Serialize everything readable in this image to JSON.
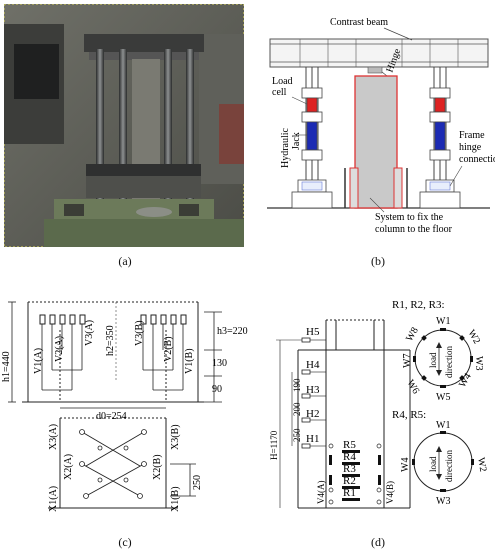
{
  "captions": {
    "a": "(a)",
    "b": "(b)",
    "c": "(c)",
    "d": "(d)"
  },
  "panel_b": {
    "contrast_beam": "Contrast beam",
    "hinge": "Hinge",
    "load_cell_1": "Load",
    "load_cell_2": "cell",
    "hydraulic_jack_1": "Hydraulic",
    "hydraulic_jack_2": "Jack",
    "frame_hinge_1": "Frame",
    "frame_hinge_2": "hinge",
    "frame_hinge_3": "connection",
    "system_fix_1": "System to fix the",
    "system_fix_2": "column to the floor"
  },
  "panel_c": {
    "h1": "h1=440",
    "h2": "h2=350",
    "h3": "h3=220",
    "dim130": "130",
    "dim90": "90",
    "d0": "d0=254",
    "v1a": "V1(A)",
    "v2a": "V2(A)",
    "v3a": "V3(A)",
    "v3b": "V3(B)",
    "v2b": "V2(B)",
    "v1b": "V1(B)",
    "x3a": "X3(A)",
    "x2a": "X2(A)",
    "x1a": "X1(A)",
    "x3b": "X3(B)",
    "x2b": "X2(B)",
    "x1b": "X1(B)",
    "dim250": "250"
  },
  "panel_d": {
    "h5": "H5",
    "h4": "H4",
    "h3": "H3",
    "h2": "H2",
    "h1": "H1",
    "d190": "190",
    "d200": "200",
    "d250": "250",
    "hh": "H=1170",
    "r5": "R5",
    "r4": "R4",
    "r3": "R3",
    "r2": "R2",
    "r1": "R1",
    "v4a": "V4(A)",
    "v4b": "V4(B)",
    "title1": "R1, R2, R3:",
    "title2": "R4, R5:",
    "w1": "W1",
    "w2": "W2",
    "w3": "W3",
    "w4": "W4",
    "w5": "W5",
    "w6": "W6",
    "w7": "W7",
    "w8": "W8",
    "c2_w1": "W1",
    "c2_w2": "W2",
    "c2_w3": "W3",
    "c2_w4": "W4",
    "load_direction_1": "load",
    "load_direction_2": "direction",
    "load_direction_3": "load",
    "load_direction_4": "direction"
  }
}
